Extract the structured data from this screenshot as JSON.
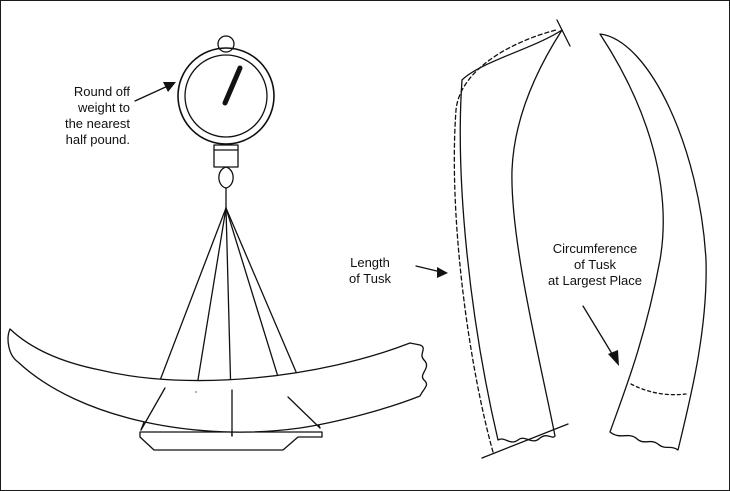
{
  "labels": {
    "weight_note": "Round off\nweight to\nthe nearest\nhalf pound.",
    "length": "Length\nof Tusk",
    "circumference": "Circumference\nof Tusk\nat Largest Place"
  },
  "colors": {
    "ink": "#111111",
    "background": "#ffffff"
  }
}
